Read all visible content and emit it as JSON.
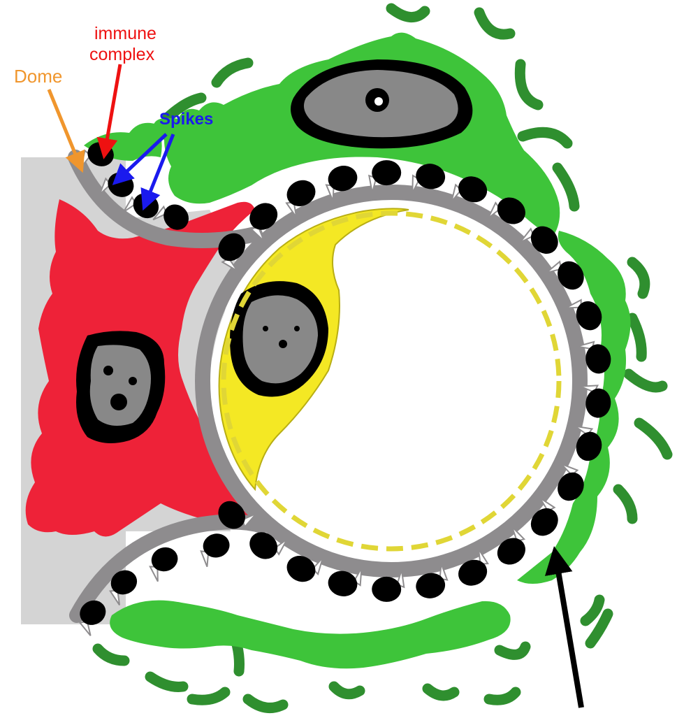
{
  "labels": {
    "dome": "Dome",
    "immune_complex_line1": "immune",
    "immune_complex_line2": "complex",
    "spikes": "Spikes"
  },
  "colors": {
    "dome_label": "#f0962d",
    "immune_label": "#ee1111",
    "spikes_label": "#1a1aee",
    "podocyte": "#3ec43a",
    "podocyte_dark": "#2f8f2f",
    "mesangial": "#ee2238",
    "endothelial": "#f4e824",
    "gbm": "#8e8c8e",
    "mesangium_bg": "#d4d4d4",
    "deposit": "#000000",
    "nucleus_fill": "#888888",
    "arrow_black": "#000000"
  },
  "icons": {
    "podocyte": "podocyte-cell",
    "mesangial": "mesangial-cell",
    "endothelial": "endothelial-cell",
    "deposits": "subepithelial-deposits",
    "arrow": "arrow"
  }
}
